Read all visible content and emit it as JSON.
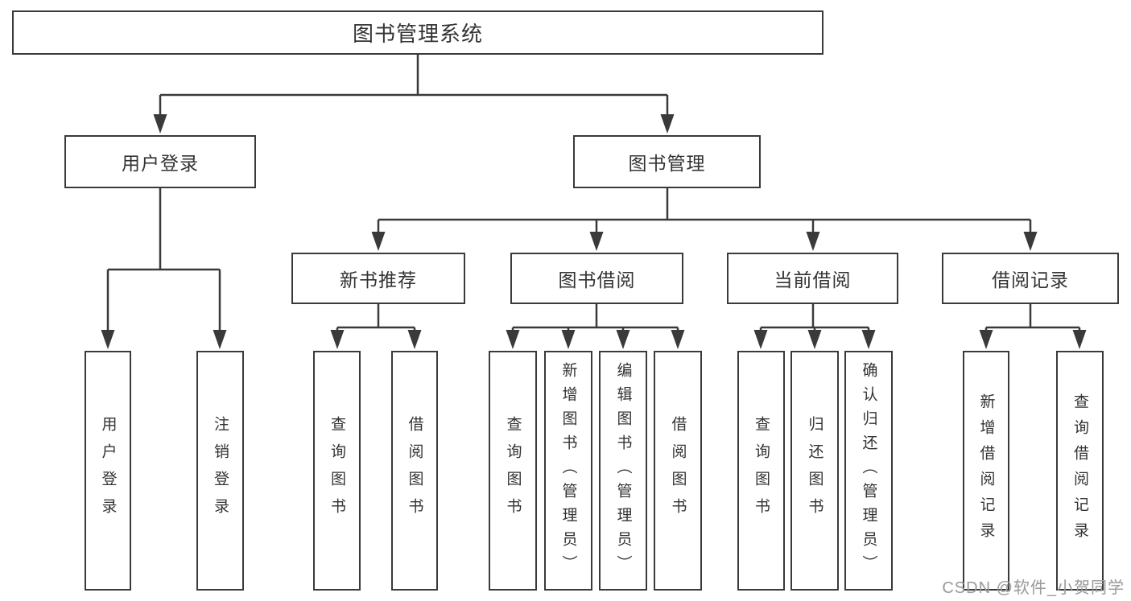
{
  "diagram": {
    "type": "hierarchy-tree",
    "colors": {
      "line": "#3a3a3a",
      "box_border": "#3a3a3a",
      "box_background": "#ffffff",
      "text": "#333333",
      "watermark_text": "#9d9da1",
      "page_background": "#ffffff"
    }
  },
  "tree": {
    "label": "图书管理系统",
    "children": [
      {
        "label": "用户登录",
        "children": [
          {
            "label": "用户登录"
          },
          {
            "label": "注销登录"
          }
        ]
      },
      {
        "label": "图书管理",
        "children": [
          {
            "label": "新书推荐",
            "children": [
              {
                "label": "查询图书"
              },
              {
                "label": "借阅图书"
              }
            ]
          },
          {
            "label": "图书借阅",
            "children": [
              {
                "label": "查询图书"
              },
              {
                "label": "新增图书（管理员）"
              },
              {
                "label": "编辑图书（管理员）"
              },
              {
                "label": "借阅图书"
              }
            ]
          },
          {
            "label": "当前借阅",
            "children": [
              {
                "label": "查询图书"
              },
              {
                "label": "归还图书"
              },
              {
                "label": "确认归还（管理员）"
              }
            ]
          },
          {
            "label": "借阅记录",
            "children": [
              {
                "label": "新增借阅记录"
              },
              {
                "label": "查询借阅记录"
              }
            ]
          }
        ]
      }
    ]
  },
  "watermark": {
    "label": "CSDN @软件_小贺同学"
  }
}
